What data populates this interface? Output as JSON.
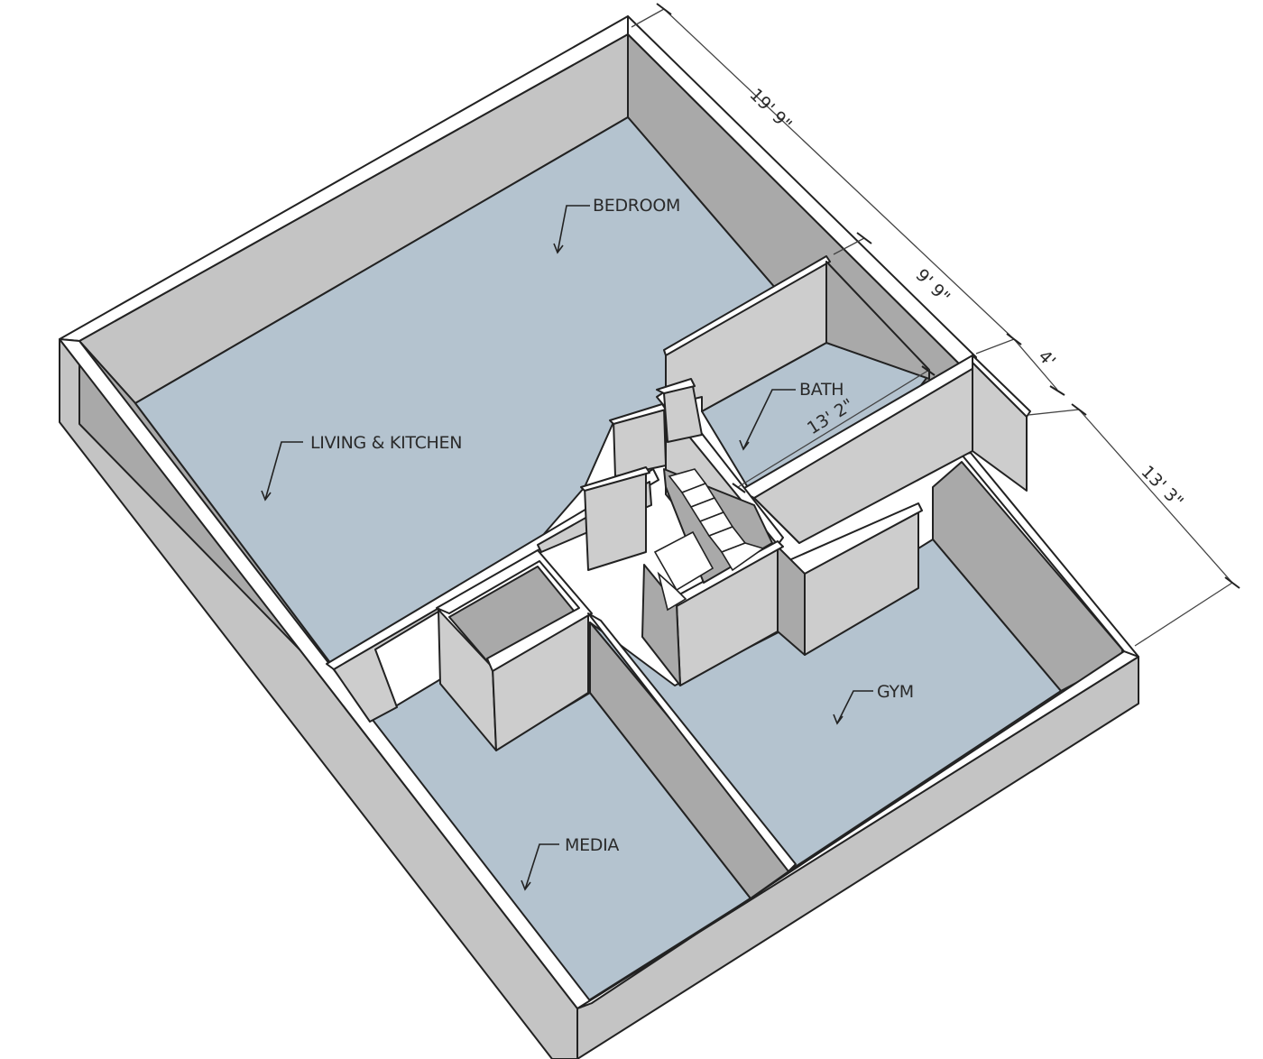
{
  "rooms": {
    "bedroom": "BEDROOM",
    "living_kitchen": "LIVING & KITCHEN",
    "bath": "BATH",
    "gym": "GYM",
    "media": "MEDIA"
  },
  "dimensions": {
    "d1": "19' 9\"",
    "d2": "9' 9\"",
    "d3": "4'",
    "d4": "13' 3\"",
    "d5": "13' 2\""
  },
  "colors": {
    "floor": "#b4c3cf",
    "wall": "#c4c4c4",
    "wall_top": "#ffffff"
  }
}
